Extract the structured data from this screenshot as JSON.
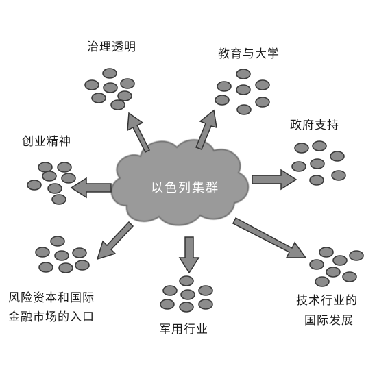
{
  "center": {
    "label": "以色列集群"
  },
  "nodes": {
    "governance": {
      "label": "治理透明"
    },
    "education": {
      "label": "教育与大学"
    },
    "government": {
      "label": "政府支持"
    },
    "entrepreneurship": {
      "label": "创业精神"
    },
    "capital": {
      "line1": "风险资本和国际",
      "line2": "金融市场的入口"
    },
    "military": {
      "label": "军用行业"
    },
    "tech": {
      "line1": "技术行业的",
      "line2": "国际发展"
    }
  }
}
